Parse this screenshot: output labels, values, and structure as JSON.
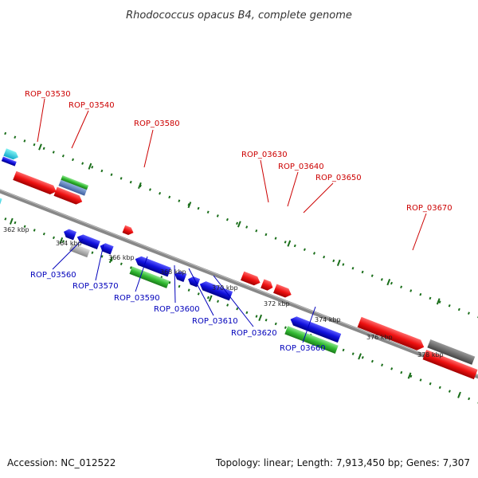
{
  "title": "Rhodococcus opacus B4, complete genome",
  "accession": "Accession: NC_012522",
  "topology": "Topology: linear; Length: 7,913,450 bp; Genes: 7,307",
  "colors": {
    "backbone": "#808080",
    "forward_gene": "#ee1111",
    "reverse_gene": "#1111dd",
    "rna": "#33bb33",
    "other": "#999999",
    "forward_label": "#cc0000",
    "reverse_label": "#0000bb",
    "scale_dot": "#1a6e1a"
  },
  "ticks": [
    "362 kbp",
    "364 kbp",
    "366 kbp",
    "368 kbp",
    "370 kbp",
    "372 kbp",
    "374 kbp",
    "376 kbp",
    "378 kbp"
  ],
  "forward_labels": [
    "ROP_03530",
    "ROP_03540",
    "ROP_03580",
    "ROP_03630",
    "ROP_03640",
    "ROP_03650",
    "ROP_03670"
  ],
  "reverse_labels": [
    "ROP_03560",
    "ROP_03570",
    "ROP_03590",
    "ROP_03600",
    "ROP_03610",
    "ROP_03620",
    "ROP_03660"
  ]
}
